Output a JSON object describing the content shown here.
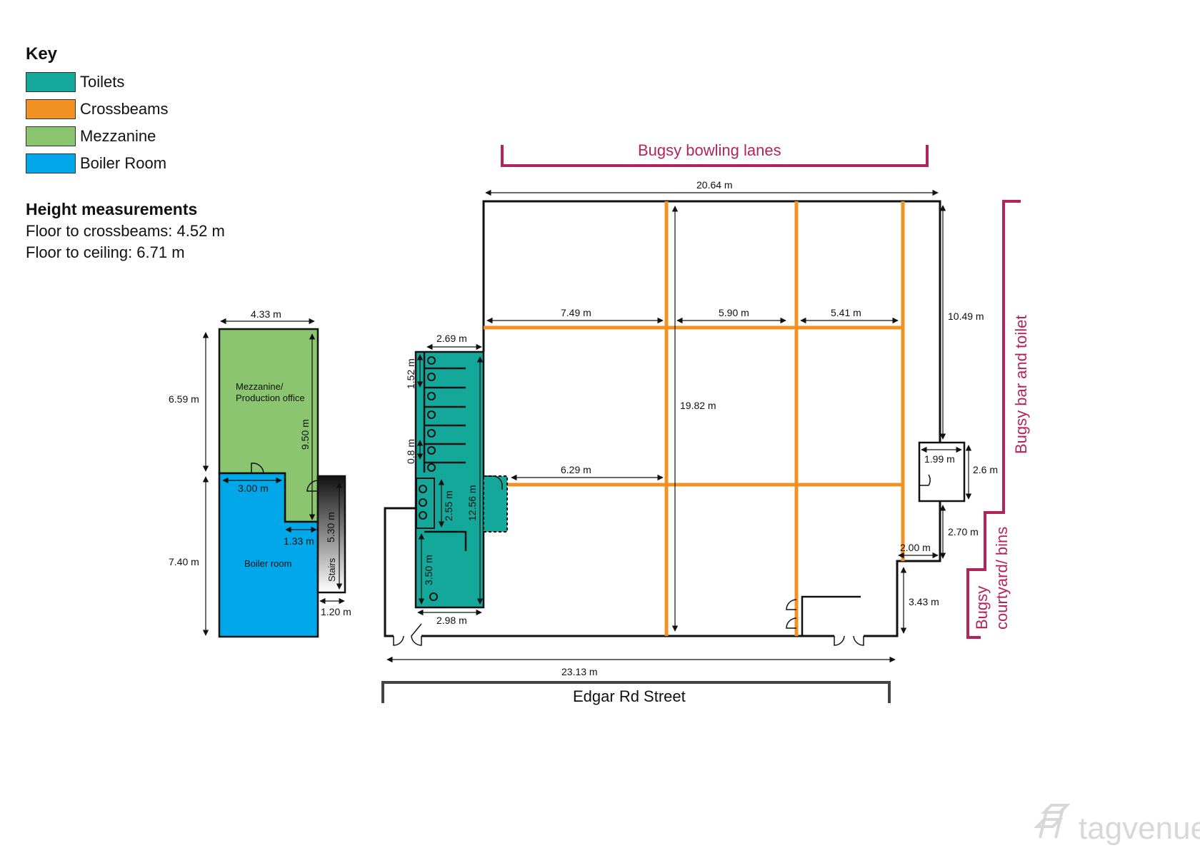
{
  "key": {
    "title": "Key",
    "items": [
      {
        "label": "Toilets",
        "color": "#14a89a"
      },
      {
        "label": "Crossbeams",
        "color": "#f39224"
      },
      {
        "label": "Mezzanine",
        "color": "#8cc56f"
      },
      {
        "label": "Boiler Room",
        "color": "#00a8ea"
      }
    ]
  },
  "heights": {
    "title": "Height measurements",
    "lines": [
      "Floor to crossbeams: 4.52 m",
      "Floor to ceiling: 6.71 m"
    ]
  },
  "colors": {
    "accent_magenta": "#b3245b",
    "wall": "#111111",
    "street_bracket": "#444444"
  },
  "areas": {
    "bowling": "Bugsy bowling lanes",
    "bar": "Bugsy bar and toilet",
    "courtyard_1": "Bugsy",
    "courtyard_2": "courtyard/ bins",
    "street": "Edgar Rd Street"
  },
  "rooms": {
    "mezz_1": "Mezzanine/",
    "mezz_2": "Production office",
    "boiler": "Boiler room",
    "stairs": "Stairs"
  },
  "dims": {
    "mezz_width": "4.33 m",
    "mezz_height": "6.59 m",
    "boiler_height": "7.40 m",
    "mezz_inner": "9.50 m",
    "boiler_top": "3.00 m",
    "boiler_step": "1.33 m",
    "stairs_len": "5.30 m",
    "stairs_width": "1.20 m",
    "main_width": "20.64 m",
    "bay_1": "7.49 m",
    "bay_2": "5.90 m",
    "bay_3": "5.41 m",
    "bay_lower": "6.29 m",
    "main_length": "19.82 m",
    "right_upper": "10.49 m",
    "bar_width": "1.99 m",
    "bar_height": "2.6 m",
    "right_mid": "2.70 m",
    "step_width": "2.00 m",
    "right_lower": "3.43 m",
    "street_width": "23.13 m",
    "toilet_width": "2.69 m",
    "toilet_cubicle": "1.52 m",
    "toilet_gap": "0.8 m",
    "toilet_length": "12.56 m",
    "toilet_inner": "2.55 m",
    "toilet_lower": "3.50 m",
    "toilet_bottom": "2.98 m"
  },
  "watermark": "tagvenue"
}
